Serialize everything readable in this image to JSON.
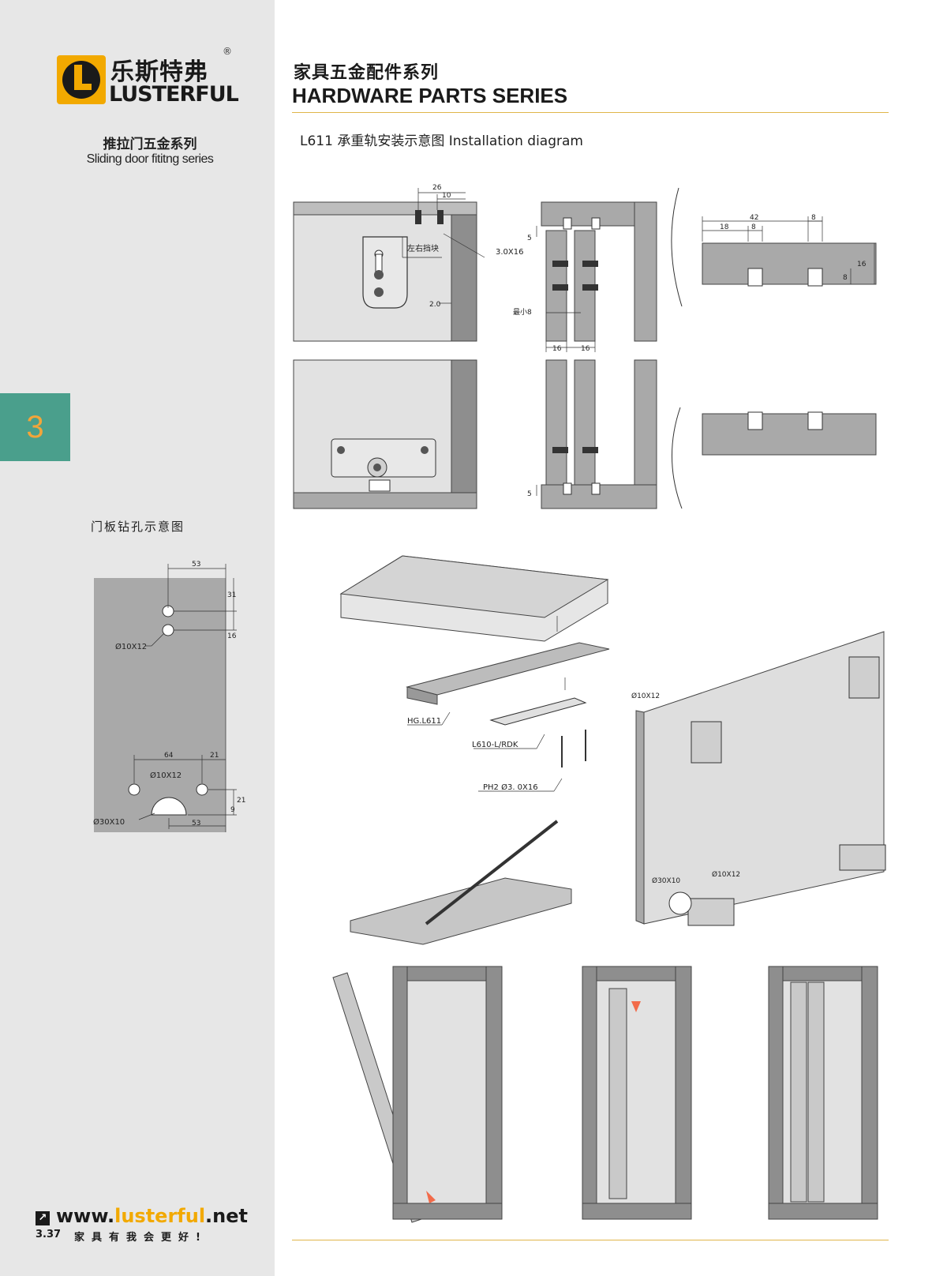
{
  "brand": {
    "name_cn": "乐斯特弗",
    "name_en": "LUSTERFUL",
    "registered": "®",
    "series_cn": "推拉门五金系列",
    "series_en": "Sliding door fititng series",
    "colors": {
      "accent": "#f2a900",
      "tab": "#4a9f8c",
      "sidebar": "#e7e7e7",
      "panel": "#a9a9a9"
    }
  },
  "chapter_number": "3",
  "header": {
    "title_cn": "家具五金配件系列",
    "title_en": "HARDWARE PARTS SERIES"
  },
  "diagram_title": "L611 承重轨安装示意图 Installation diagram",
  "installation": {
    "label_block": "左右挡块",
    "screw_top": "3.0X16",
    "dims_top": [
      "26",
      "10"
    ],
    "gap": "2.0",
    "min_gap": "最小8",
    "spacing": "5",
    "panel_width": [
      "16",
      "16"
    ],
    "rail_dims": [
      "42",
      "18",
      "8",
      "8",
      "16",
      "8"
    ]
  },
  "drilling": {
    "title": "门板钻孔示意图",
    "hole_top": "Ø10X12",
    "hole_bottom": "Ø10X12",
    "hole_large": "Ø30X10",
    "dims": [
      "53",
      "31",
      "16",
      "64",
      "21",
      "21",
      "9",
      "53"
    ]
  },
  "exploded": {
    "rail": "HG.L611",
    "bracket": "L610-L/RDK",
    "screw": "PH2 Ø3. 0X16",
    "hole_a": "Ø10X12",
    "hole_b": "Ø10X12",
    "hole_c": "Ø30X10"
  },
  "footer": {
    "website_prefix": "www.",
    "website_brand": "lusterful",
    "website_suffix": ".net",
    "page": "3.37",
    "slogan": "家具有我会更好!"
  }
}
